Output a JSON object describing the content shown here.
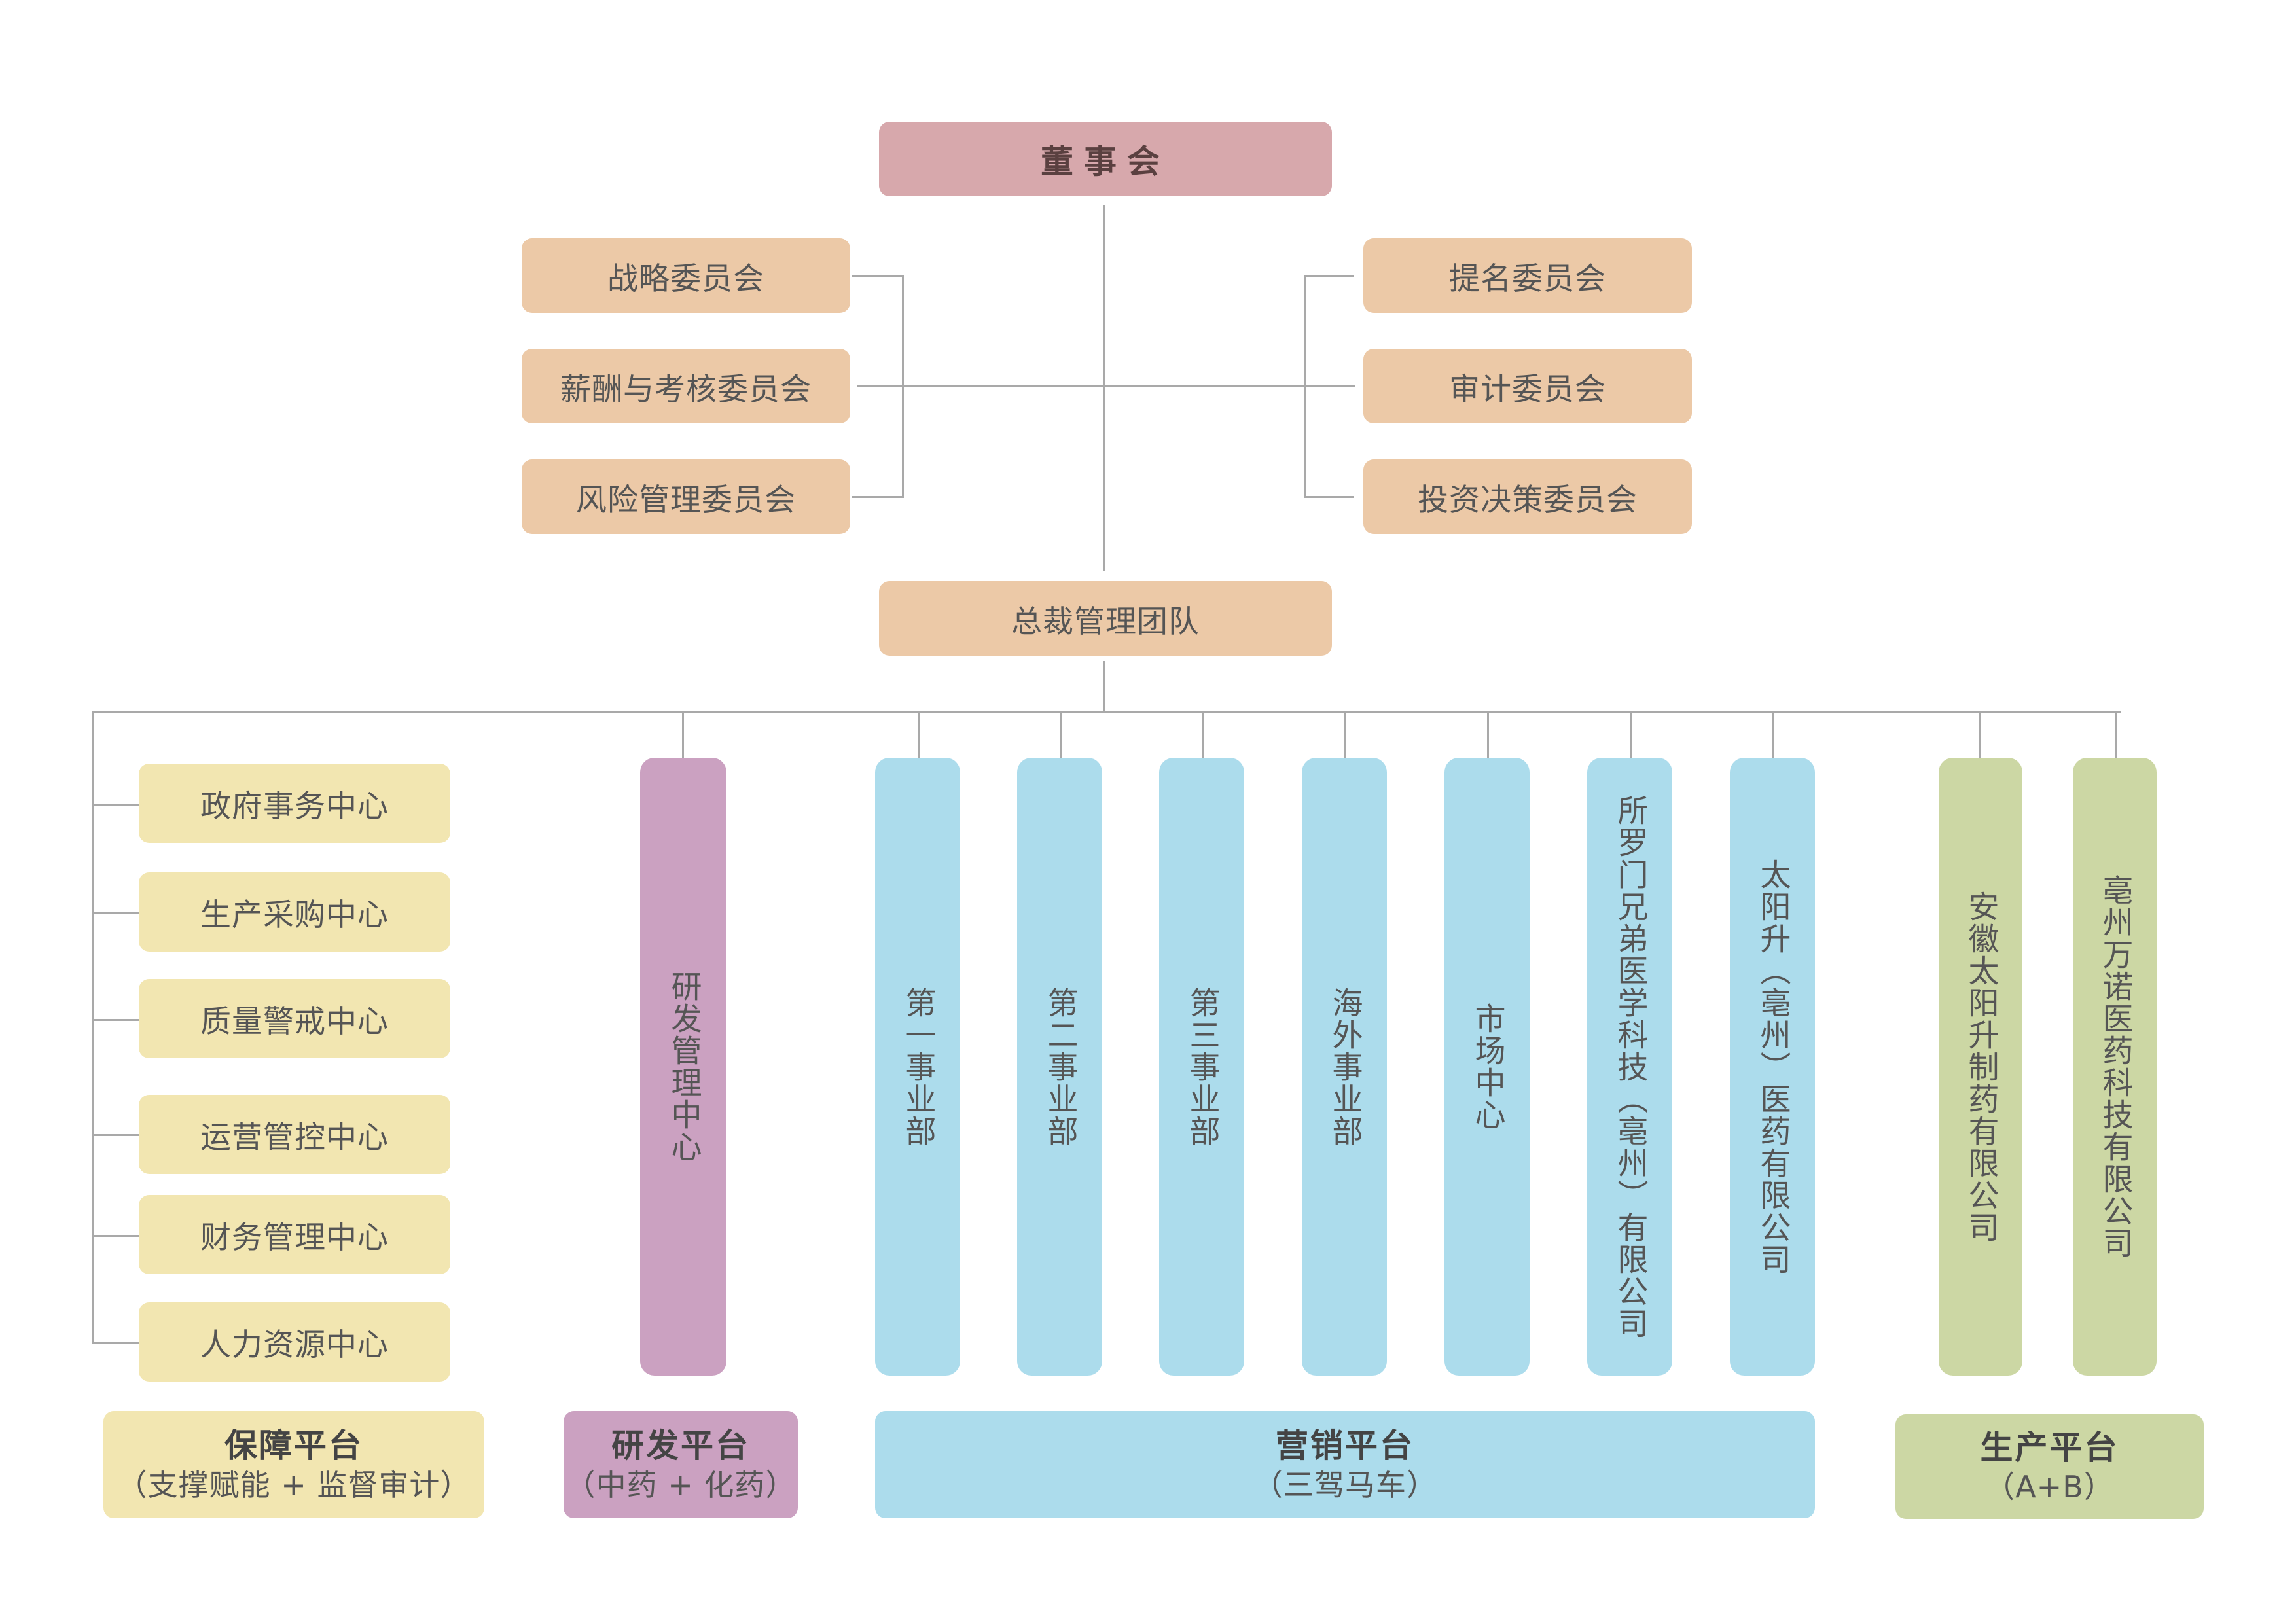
{
  "board": "董事会",
  "committees_left": [
    "战略委员会",
    "薪酬与考核委员会",
    "风险管理委员会"
  ],
  "committees_right": [
    "提名委员会",
    "审计委员会",
    "投资决策委员会"
  ],
  "executive": "总裁管理团队",
  "support_centers": [
    "政府事务中心",
    "生产采购中心",
    "质量警戒中心",
    "运营管控中心",
    "财务管理中心",
    "人力资源中心"
  ],
  "rd_center": "研发管理中心",
  "marketing_units": [
    "第一事业部",
    "第二事业部",
    "第三事业部",
    "海外事业部",
    "市场中心",
    "所罗门兄弟医学科技（亳州）有限公司",
    "太阳升（亳州）医药有限公司"
  ],
  "production_units": [
    "安徽太阳升制药有限公司",
    "亳州万诺医药科技有限公司"
  ],
  "platforms": {
    "support": {
      "title": "保障平台",
      "subtitle": "（支撑赋能 + 监督审计）"
    },
    "rd": {
      "title": "研发平台",
      "subtitle": "（中药 + 化药）"
    },
    "marketing": {
      "title": "营销平台",
      "subtitle": "（三驾马车）"
    },
    "production": {
      "title": "生产平台",
      "subtitle": "（A+B）"
    }
  },
  "colors": {
    "board": "#d7a8ac",
    "committee": "#ecc9a7",
    "support": "#f2e6b1",
    "rd": "#cba1c1",
    "marketing": "#acdcec",
    "production": "#ccd7a4",
    "connector": "#a9a9a9"
  }
}
